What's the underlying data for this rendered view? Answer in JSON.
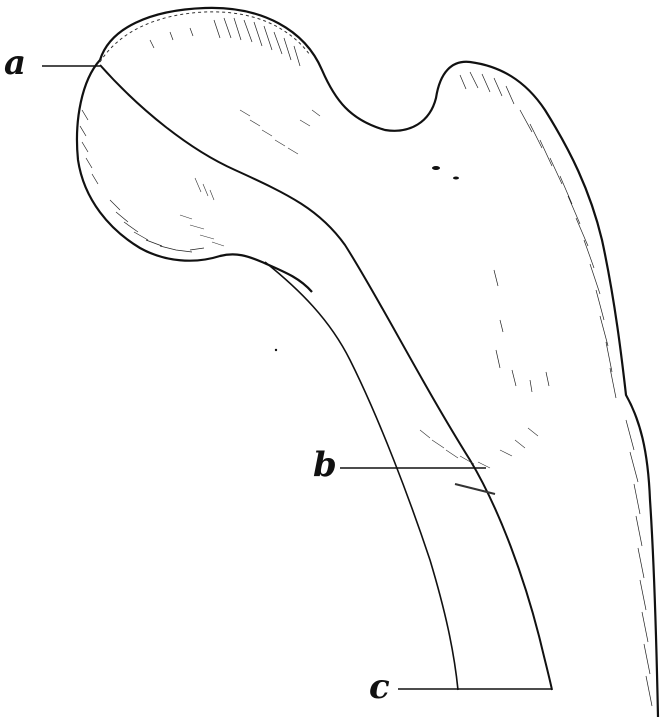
{
  "figure": {
    "labels": {
      "a": "a",
      "b": "b",
      "c": "c"
    },
    "colors": {
      "ink": "#111111",
      "background": "#ffffff"
    }
  }
}
